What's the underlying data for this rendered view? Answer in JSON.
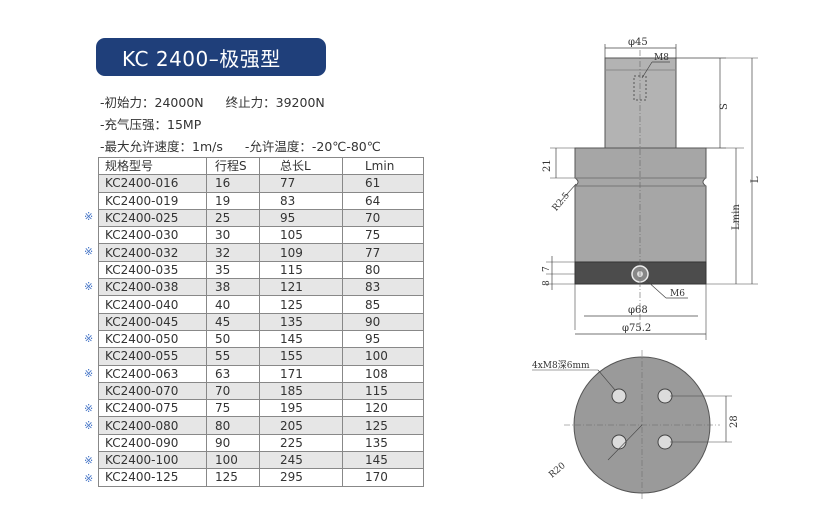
{
  "title": "KC 2400–极强型",
  "specs": {
    "line1_a": "-初始力：24000N",
    "line1_b": "终止力：39200N",
    "line2": "-充气压强：15MP",
    "line3_a": "-最大允许速度：1m/s",
    "line3_b": "-允许温度：-20℃-80℃"
  },
  "table": {
    "headers": [
      "规格型号",
      "行程S",
      "总长L",
      "Lmin"
    ],
    "rows": [
      {
        "model": "KC2400-016",
        "s": "16",
        "l": "77",
        "lmin": "61",
        "mark": ""
      },
      {
        "model": "KC2400-019",
        "s": "19",
        "l": "83",
        "lmin": "64",
        "mark": ""
      },
      {
        "model": "KC2400-025",
        "s": "25",
        "l": "95",
        "lmin": "70",
        "mark": "※"
      },
      {
        "model": "KC2400-030",
        "s": "30",
        "l": "105",
        "lmin": "75",
        "mark": ""
      },
      {
        "model": "KC2400-032",
        "s": "32",
        "l": "109",
        "lmin": "77",
        "mark": "※"
      },
      {
        "model": "KC2400-035",
        "s": "35",
        "l": "115",
        "lmin": "80",
        "mark": ""
      },
      {
        "model": "KC2400-038",
        "s": "38",
        "l": "121",
        "lmin": "83",
        "mark": "※"
      },
      {
        "model": "KC2400-040",
        "s": "40",
        "l": "125",
        "lmin": "85",
        "mark": ""
      },
      {
        "model": "KC2400-045",
        "s": "45",
        "l": "135",
        "lmin": "90",
        "mark": ""
      },
      {
        "model": "KC2400-050",
        "s": "50",
        "l": "145",
        "lmin": "95",
        "mark": "※"
      },
      {
        "model": "KC2400-055",
        "s": "55",
        "l": "155",
        "lmin": "100",
        "mark": ""
      },
      {
        "model": "KC2400-063",
        "s": "63",
        "l": "171",
        "lmin": "108",
        "mark": "※"
      },
      {
        "model": "KC2400-070",
        "s": "70",
        "l": "185",
        "lmin": "115",
        "mark": ""
      },
      {
        "model": "KC2400-075",
        "s": "75",
        "l": "195",
        "lmin": "120",
        "mark": "※"
      },
      {
        "model": "KC2400-080",
        "s": "80",
        "l": "205",
        "lmin": "125",
        "mark": "※"
      },
      {
        "model": "KC2400-090",
        "s": "90",
        "l": "225",
        "lmin": "135",
        "mark": ""
      },
      {
        "model": "KC2400-100",
        "s": "100",
        "l": "245",
        "lmin": "145",
        "mark": "※"
      },
      {
        "model": "KC2400-125",
        "s": "125",
        "l": "295",
        "lmin": "170",
        "mark": "※"
      }
    ]
  },
  "drawing": {
    "d45": "φ45",
    "m8": "M8",
    "s": "S",
    "l": "L",
    "lmin": "Lmin",
    "d21": "21",
    "r25": "R2.5",
    "d7": "7",
    "d8": "8",
    "m6": "M6",
    "d68": "φ68",
    "d752": "φ75.2",
    "holes": "4xM8深6mm",
    "r20": "R20",
    "d28": "28"
  },
  "colors": {
    "banner": "#1f3f7a",
    "mark": "#4a78c8",
    "body_gray": "#9a9a9a",
    "dark_ring": "#4c4c4c"
  }
}
